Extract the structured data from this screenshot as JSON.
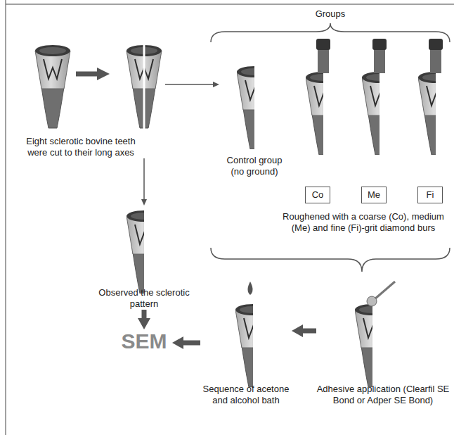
{
  "diagram": {
    "nodes": [
      {
        "text": [
          "Eight sclerotic bovine teeth were cut to their long axes"
        ]
      },
      {
        "text": [
          "Observed the sclerotic pattern"
        ]
      },
      {
        "text": [
          "SEM"
        ]
      },
      {
        "text": [
          "Control group (no ground)"
        ]
      },
      {
        "text": [
          "Co"
        ]
      },
      {
        "text": [
          "Me"
        ]
      },
      {
        "text": [
          "Fi"
        ]
      },
      {
        "text": [
          "Adhesive application (Clearfil SE Bond or Adper SE Bond)"
        ]
      },
      {
        "text": [
          "Sequence of acetone and alcohol bath"
        ]
      }
    ],
    "edges": [
      {
        "from": 0,
        "to": 1,
        "arrow": "to"
      },
      {
        "from": 0,
        "to": 3,
        "arrow": "to"
      },
      {
        "from": 1,
        "to": 2,
        "arrow": "to"
      },
      {
        "from": 7,
        "to": 8,
        "arrow": "to"
      },
      {
        "from": 8,
        "to": 2,
        "arrow": "to"
      }
    ],
    "labels": [
      "Groups",
      "Roughened with a coarse (Co), medium (Me) and fine (Fi)-grit diamond burs"
    ]
  }
}
